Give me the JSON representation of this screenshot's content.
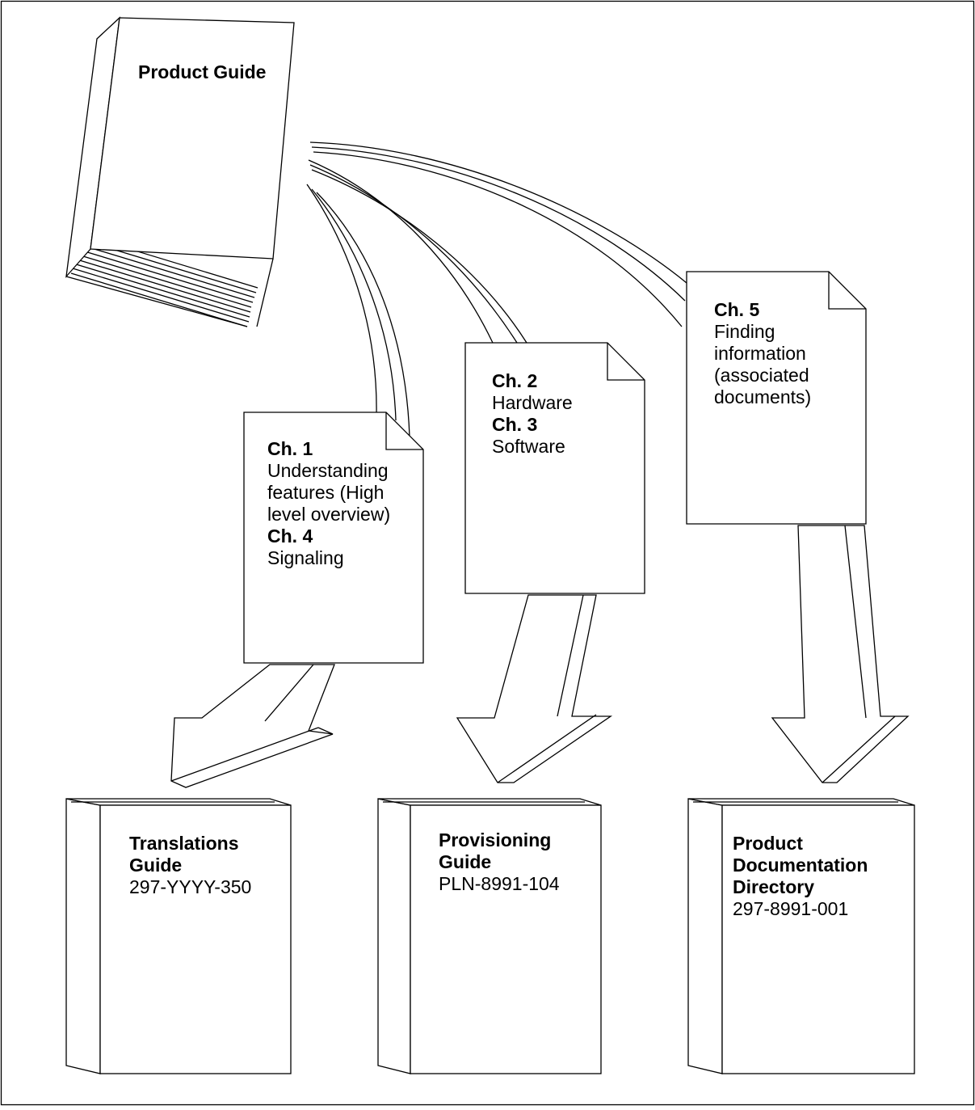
{
  "product_guide": {
    "title": "Product Guide"
  },
  "page_ch1_4": {
    "ch1_heading": "Ch. 1",
    "ch1_lines": [
      "Understanding",
      "features (High",
      "level overview)"
    ],
    "ch4_heading": "Ch. 4",
    "ch4_lines": [
      "Signaling"
    ]
  },
  "page_ch2_3": {
    "ch2_heading": "Ch. 2",
    "ch2_lines": [
      "Hardware"
    ],
    "ch3_heading": "Ch. 3",
    "ch3_lines": [
      "Software"
    ]
  },
  "page_ch5": {
    "ch5_heading": "Ch. 5",
    "ch5_lines": [
      "Finding",
      "information",
      "(associated",
      "documents)"
    ]
  },
  "books": [
    {
      "title_lines": [
        "Translations",
        "Guide"
      ],
      "number": "297-YYYY-350"
    },
    {
      "title_lines": [
        "Provisioning",
        "Guide"
      ],
      "number": "PLN-8991-104"
    },
    {
      "title_lines": [
        "Product",
        "Documentation",
        "Directory"
      ],
      "number": "297-8991-001"
    }
  ]
}
